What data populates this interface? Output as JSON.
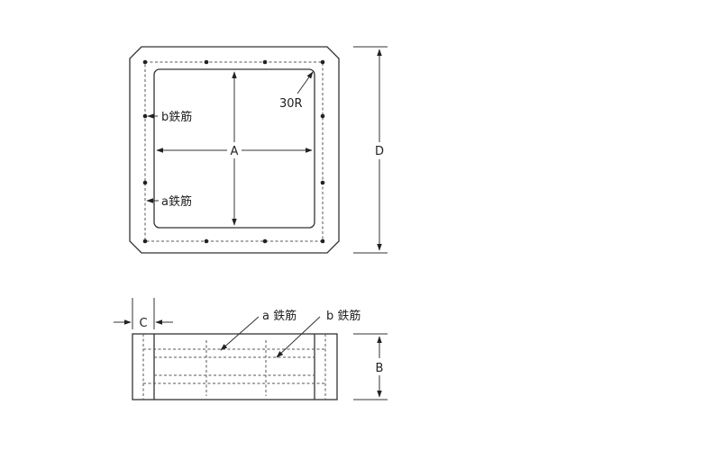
{
  "labels": {
    "inner_width": "A",
    "height": "B",
    "edge": "C",
    "outer_size": "D",
    "corner_radius": "30R",
    "rebar_b_plan": "b鉄筋",
    "rebar_a_plan": "a鉄筋",
    "rebar_a_section": "a 鉄筋",
    "rebar_b_section": "b 鉄筋"
  },
  "colors": {
    "line": "#333333",
    "background": "#ffffff"
  }
}
